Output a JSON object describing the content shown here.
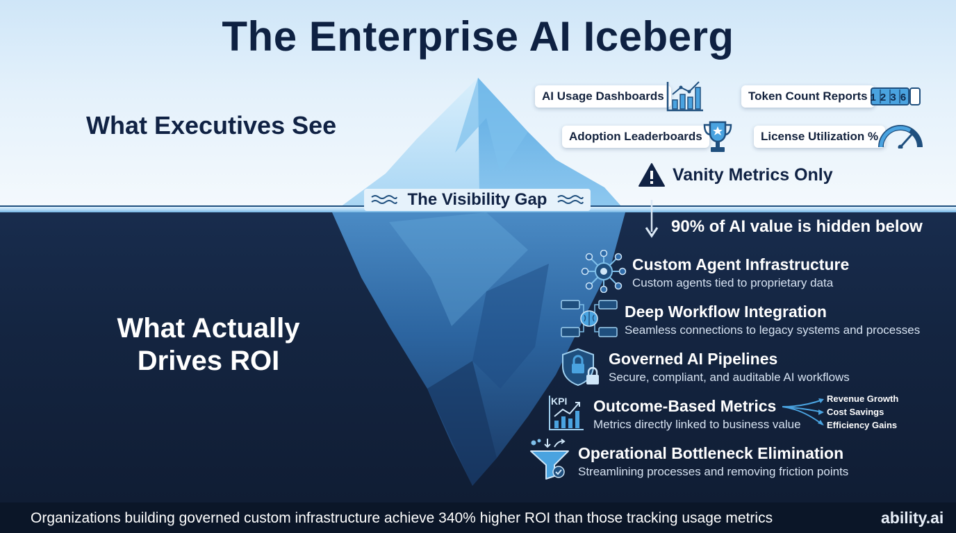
{
  "title": "The Enterprise AI Iceberg",
  "sections": {
    "above": "What Executives See",
    "below": "What Actually Drives ROI"
  },
  "surface_metrics": [
    {
      "label": "AI Usage Dashboards",
      "icon": "bar-chart-icon"
    },
    {
      "label": "Token Count Reports",
      "icon": "counter-icon"
    },
    {
      "label": "Adoption Leaderboards",
      "icon": "trophy-icon"
    },
    {
      "label": "License Utilization %",
      "icon": "gauge-icon"
    }
  ],
  "token_counter_digits": "1236",
  "vanity_label": "Vanity Metrics Only",
  "visibility_gap": "The Visibility Gap",
  "hidden_note": "90% of AI value is hidden below",
  "layers": [
    {
      "title": "Custom Agent Infrastructure",
      "desc": "Custom agents tied to proprietary data",
      "icon": "agent-network-icon"
    },
    {
      "title": "Deep Workflow Integration",
      "desc": "Seamless connections to legacy systems and processes",
      "icon": "brain-workflow-icon"
    },
    {
      "title": "Governed AI Pipelines",
      "desc": "Secure, compliant, and auditable AI workflows",
      "icon": "shield-lock-icon"
    },
    {
      "title": "Outcome-Based Metrics",
      "desc": "Metrics directly linked to business value",
      "icon": "kpi-chart-icon",
      "branches": [
        "Revenue Growth",
        "Cost Savings",
        "Efficiency Gains"
      ]
    },
    {
      "title": "Operational Bottleneck Elimination",
      "desc": "Streamlining processes and removing friction points",
      "icon": "funnel-icon"
    }
  ],
  "kpi_icon_label": "KPI",
  "footer": "Organizations building governed custom infrastructure achieve 340% higher ROI than those tracking usage metrics",
  "brand": "ability.ai",
  "colors": {
    "navy": "#102244",
    "sea": "#142541",
    "ice": "#7fc0ea",
    "accent": "#4aa3e0"
  }
}
